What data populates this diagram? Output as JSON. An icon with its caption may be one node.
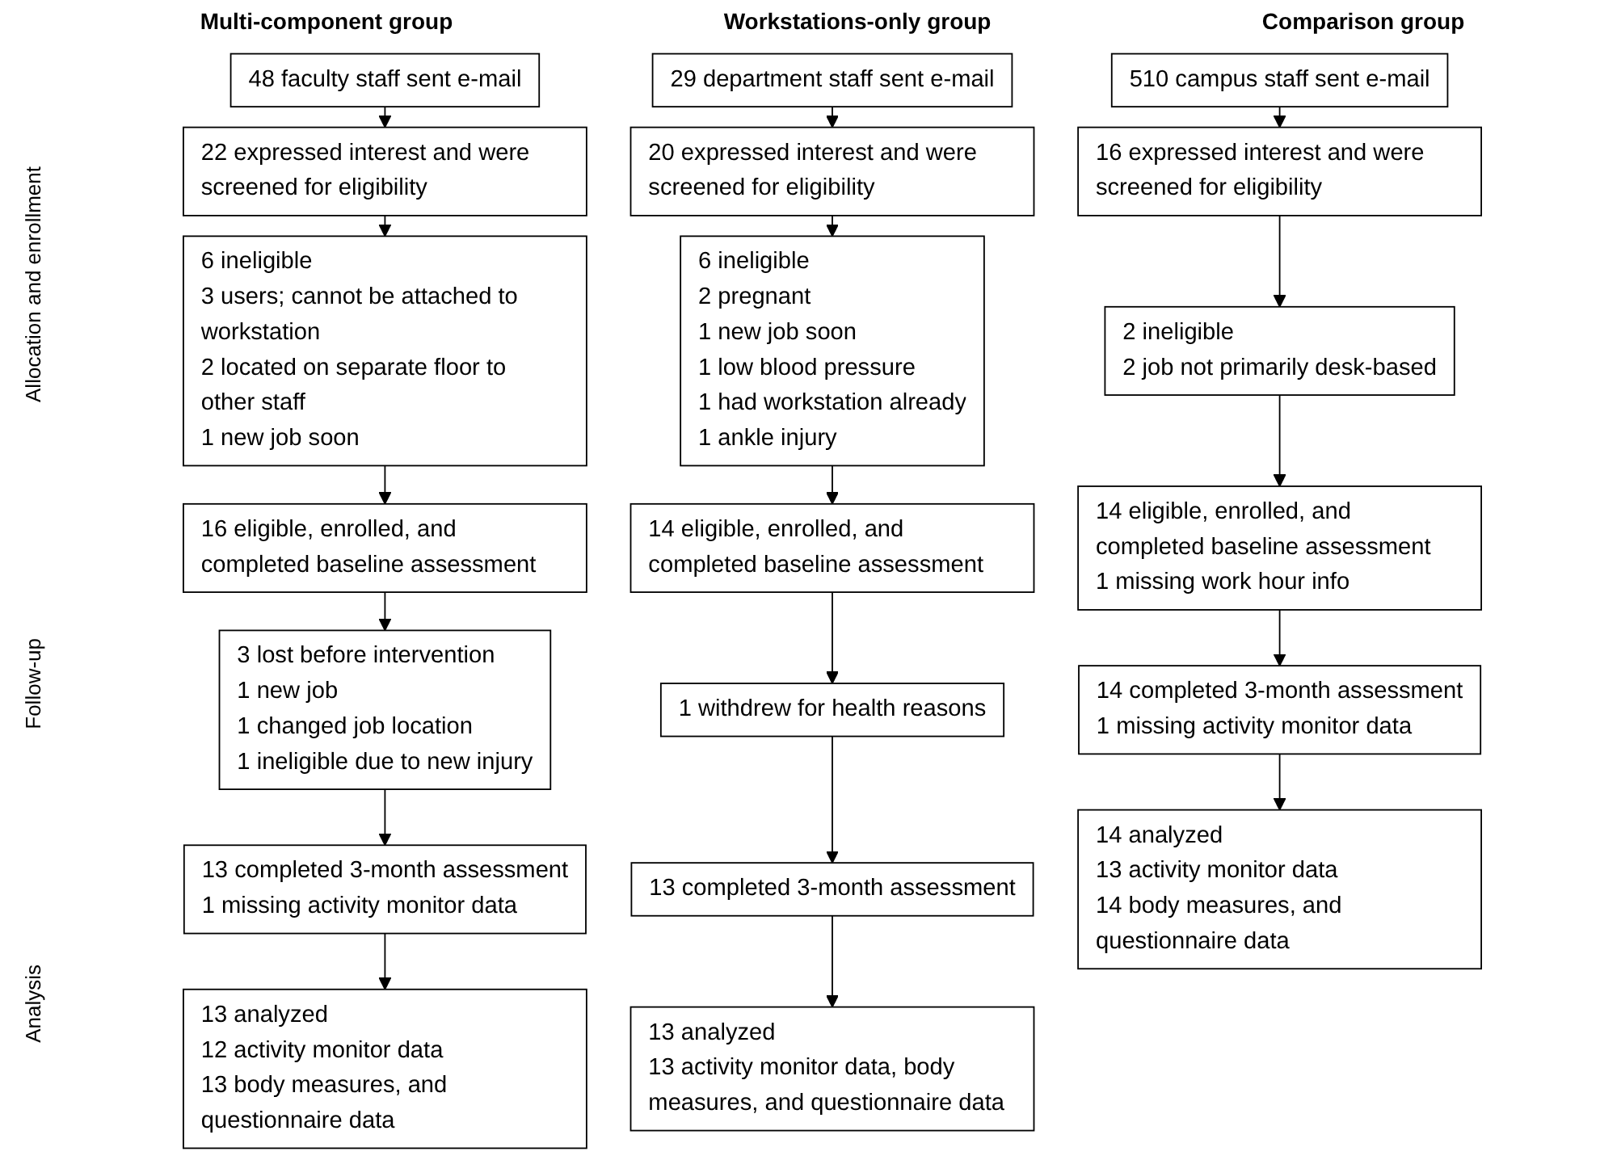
{
  "diagram": {
    "nodes": [
      {
        "text": [
          "48 faculty staff sent e-mail"
        ]
      },
      {
        "text": [
          "29 department staff sent e-mail"
        ]
      },
      {
        "text": [
          "510 campus staff sent e-mail"
        ]
      },
      {
        "text": [
          "22 expressed interest and were screened for eligibility"
        ]
      },
      {
        "text": [
          "20 expressed interest and were screened for eligibility"
        ]
      },
      {
        "text": [
          "16 expressed interest and were screened for eligibility"
        ]
      },
      {
        "text": [
          "6 ineligible",
          "3 users; cannot be attached to workstation",
          "2 located on separate floor to other staff",
          "1 new job soon"
        ]
      },
      {
        "text": [
          "6 ineligible",
          "2 pregnant",
          "1 new job soon",
          "1 low blood pressure",
          "1 had workstation already",
          "1 ankle injury"
        ]
      },
      {
        "text": [
          "2 ineligible",
          "2 job not primarily desk-based"
        ]
      },
      {
        "text": [
          "16 eligible, enrolled, and completed baseline assessment"
        ]
      },
      {
        "text": [
          "14 eligible, enrolled, and completed baseline assessment"
        ]
      },
      {
        "text": [
          "14 eligible, enrolled, and completed baseline assessment",
          "1 missing work hour info"
        ]
      },
      {
        "text": [
          "3 lost before intervention",
          "1 new job",
          "1 changed job location",
          "1 ineligible due to new injury"
        ]
      },
      {
        "text": [
          "1 withdrew for health reasons"
        ]
      },
      {
        "text": [
          "13 completed 3-month assessment",
          "1 missing activity monitor data"
        ]
      },
      {
        "text": [
          "13 completed 3-month assessment"
        ]
      },
      {
        "text": [
          "14 completed 3-month assessment",
          "1 missing activity monitor data"
        ]
      },
      {
        "text": [
          "13 analyzed",
          "12 activity monitor data",
          "13 body measures, and questionnaire data"
        ]
      },
      {
        "text": [
          "13 analyzed",
          "13 activity monitor data, body measures, and questionnaire data"
        ]
      },
      {
        "text": [
          "14 analyzed",
          "13 activity monitor data",
          "14 body measures, and questionnaire data"
        ]
      }
    ],
    "edges": [
      {
        "from": 0,
        "to": 3,
        "arrow": "to"
      },
      {
        "from": 3,
        "to": 6,
        "arrow": "to"
      },
      {
        "from": 6,
        "to": 9,
        "arrow": "to"
      },
      {
        "from": 9,
        "to": 12,
        "arrow": "to"
      },
      {
        "from": 12,
        "to": 14,
        "arrow": "to"
      },
      {
        "from": 14,
        "to": 17,
        "arrow": "to"
      },
      {
        "from": 1,
        "to": 4,
        "arrow": "to"
      },
      {
        "from": 4,
        "to": 7,
        "arrow": "to"
      },
      {
        "from": 7,
        "to": 10,
        "arrow": "to"
      },
      {
        "from": 10,
        "to": 13,
        "arrow": "to"
      },
      {
        "from": 13,
        "to": 15,
        "arrow": "to"
      },
      {
        "from": 15,
        "to": 18,
        "arrow": "to"
      },
      {
        "from": 2,
        "to": 5,
        "arrow": "to"
      },
      {
        "from": 5,
        "to": 8,
        "arrow": "to"
      },
      {
        "from": 8,
        "to": 11,
        "arrow": "to"
      },
      {
        "from": 11,
        "to": 16,
        "arrow": "to"
      },
      {
        "from": 16,
        "to": 19,
        "arrow": "to"
      }
    ],
    "labels": [
      "Multi-component group",
      "Workstations-only group",
      "Comparison group",
      "Allocation and enrollment",
      "Follow-up",
      "Analysis"
    ]
  }
}
